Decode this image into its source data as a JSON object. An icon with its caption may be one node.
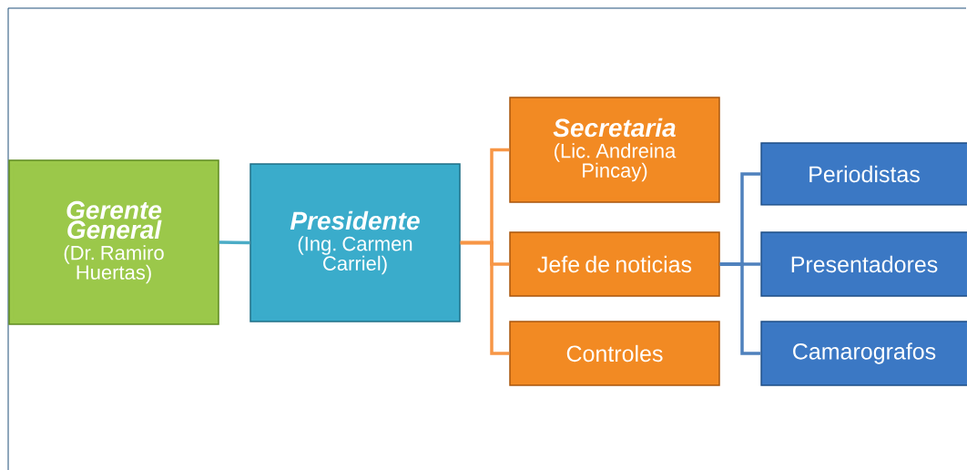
{
  "diagram": {
    "nodes": [
      {
        "text": [
          "Gerente General",
          "(Dr. Ramiro Huertas)"
        ]
      },
      {
        "text": [
          "Presidente",
          "(Ing. Carmen Carriel)"
        ]
      },
      {
        "text": [
          "Secretaria",
          "(Lic. Andreina Pincay)"
        ]
      },
      {
        "text": [
          "Jefe de noticias"
        ]
      },
      {
        "text": [
          "Controles"
        ]
      },
      {
        "text": [
          "Periodistas"
        ]
      },
      {
        "text": [
          "Presentadores"
        ]
      },
      {
        "text": [
          "Camarografos"
        ]
      }
    ],
    "edges": [
      {
        "from": 0,
        "to": 1,
        "arrow": "none",
        "color": "#4bacc6"
      },
      {
        "from": 1,
        "to": 2,
        "arrow": "none",
        "color": "#f79646"
      },
      {
        "from": 1,
        "to": 3,
        "arrow": "none",
        "color": "#f79646"
      },
      {
        "from": 1,
        "to": 4,
        "arrow": "none",
        "color": "#f79646"
      },
      {
        "from": 3,
        "to": 5,
        "arrow": "none",
        "color": "#4f81bd"
      },
      {
        "from": 3,
        "to": 6,
        "arrow": "none",
        "color": "#4f81bd"
      },
      {
        "from": 3,
        "to": 7,
        "arrow": "none",
        "color": "#4f81bd"
      }
    ]
  }
}
